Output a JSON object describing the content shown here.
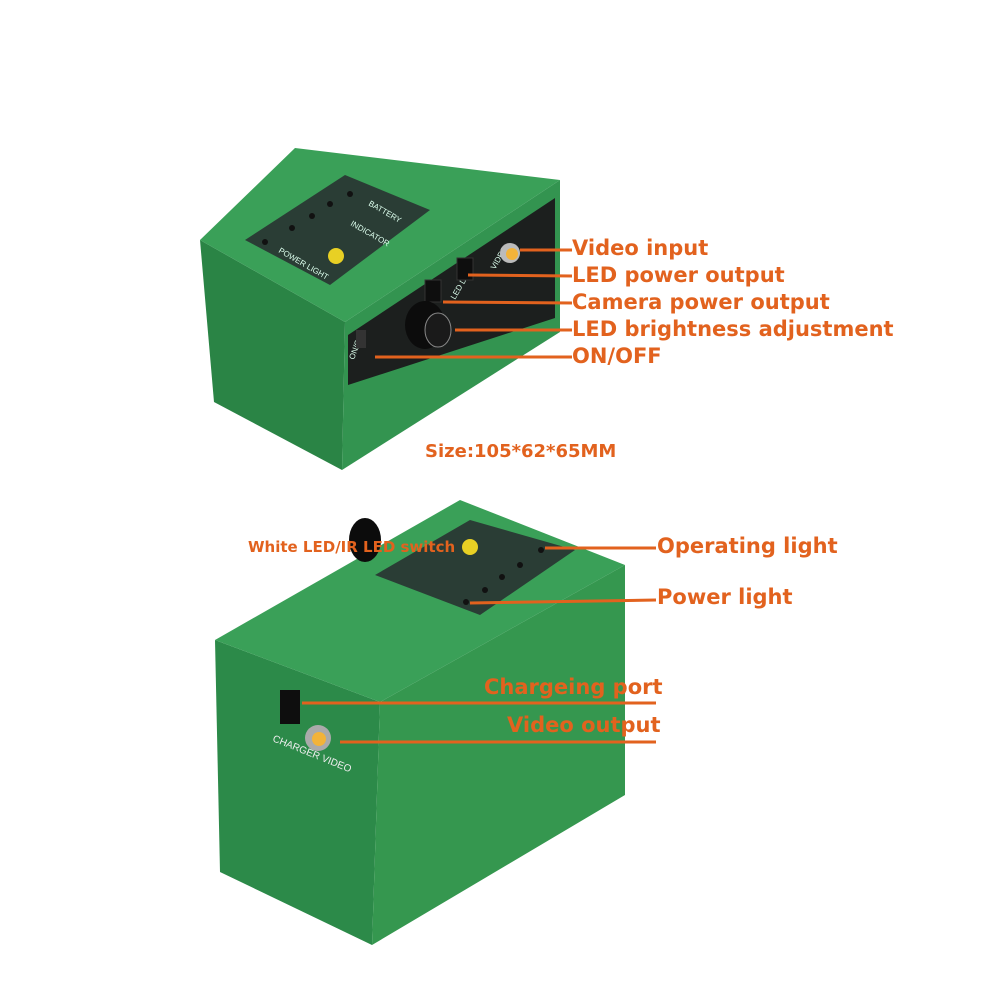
{
  "colors": {
    "label": "#e2621e",
    "case": "#2e8b4a",
    "panel": "#243a30"
  },
  "top_view": {
    "callouts": [
      "Video input",
      "LED power output",
      "Camera power output",
      "LED brightness adjustment",
      "ON/OFF"
    ],
    "panel_text": {
      "battery": "BATTERY",
      "indicator": "INDICATOR",
      "power_light": "POWER LIGHT",
      "onoff": "ON/OFF",
      "led_dc": "LED DC",
      "video": "VIDEO"
    }
  },
  "size_label": "Size:105*62*65MM",
  "bottom_view": {
    "callouts": [
      "White LED/IR LED switch",
      "Operating light",
      "Power light",
      "Chargeing port",
      "Video output"
    ],
    "port_text": "CHARGER VIDEO"
  }
}
